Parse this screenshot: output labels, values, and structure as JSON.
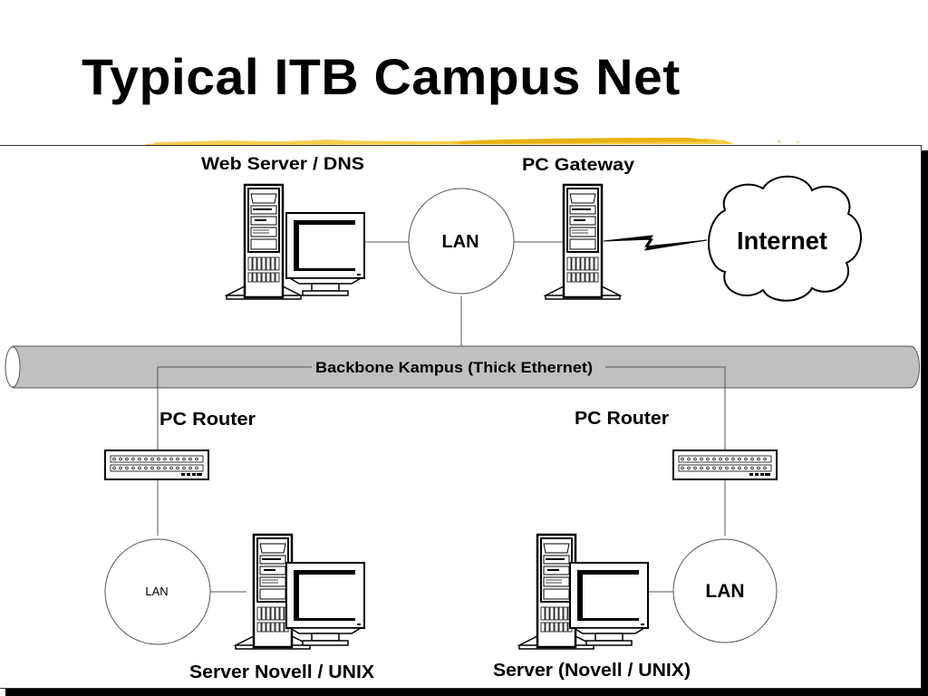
{
  "slide": {
    "title": "Typical ITB Campus Net"
  },
  "diagram": {
    "nodes": {
      "web_server": {
        "label": "Web Server / DNS",
        "icon": "workstation-icon"
      },
      "pc_gateway": {
        "label": "PC Gateway",
        "icon": "tower-server-icon"
      },
      "top_lan": {
        "label": "LAN"
      },
      "internet": {
        "label": "Internet",
        "icon": "cloud-icon"
      },
      "backbone": {
        "label": "Backbone Kampus (Thick Ethernet)"
      },
      "router_left": {
        "label": "PC Router",
        "icon": "router-icon"
      },
      "router_right": {
        "label": "PC Router",
        "icon": "router-icon"
      },
      "lan_left": {
        "label": "LAN"
      },
      "lan_right": {
        "label": "LAN"
      },
      "server_left": {
        "label": "Server Novell / UNIX",
        "icon": "workstation-icon"
      },
      "server_right": {
        "label": "Server (Novell / UNIX)",
        "icon": "workstation-icon"
      }
    },
    "link_types": {
      "gateway_internet": "lightning-link-icon"
    },
    "colors": {
      "backbone_fill": "#c0c0c0",
      "accent_brush": "#f0c020",
      "line": "#555555"
    }
  }
}
